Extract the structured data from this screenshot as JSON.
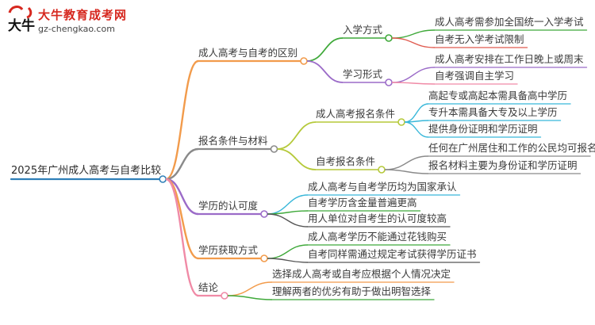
{
  "logo": {
    "mark_text": "大牛",
    "title": "大牛教育成考网",
    "url": "gz-chengkao.com"
  },
  "mindmap": {
    "root": "2025年广州成人高考与自考比较",
    "branches": [
      {
        "label": "成人高考与自考的区别",
        "color": "#f29b4b",
        "children": [
          {
            "label": "入学方式",
            "color": "#3fa93a",
            "children": [
              "成人高考需参加全国统一入学考试",
              "自考无入学考试限制"
            ]
          },
          {
            "label": "学习形式",
            "color": "#9b6bc8",
            "children": [
              "成人高考安排在工作日晚上或周末",
              "自考强调自主学习"
            ]
          }
        ]
      },
      {
        "label": "报名条件与材料",
        "color": "#8a8a8a",
        "children": [
          {
            "label": "成人高考报名条件",
            "color": "#b5c93a",
            "children": [
              "高起专或高起本需具备高中学历",
              "专升本需具备大专及以上学历",
              "提供身份证明和学历证明"
            ]
          },
          {
            "label": "自考报名条件",
            "color": "#b5c93a",
            "children": [
              "任何在广州居住和工作的公民均可报名",
              "报名材料主要为身份证和学历证明"
            ]
          }
        ]
      },
      {
        "label": "学历的认可度",
        "color": "#9b6bc8",
        "children": [
          "成人高考与自考学历均为国家承认",
          "自考学历含金量普遍更高",
          "用人单位对自考生的认可度较高"
        ]
      },
      {
        "label": "学历获取方式",
        "color": "#f29b4b",
        "children": [
          "成人高考学历不能通过花钱购买",
          "自考同样需通过规定考试获得学历证书"
        ]
      },
      {
        "label": "结论",
        "color": "#f08aa6",
        "children": [
          "选择成人高考或自考应根据个人情况决定",
          "理解两者的优劣有助于做出明智选择"
        ]
      }
    ]
  }
}
